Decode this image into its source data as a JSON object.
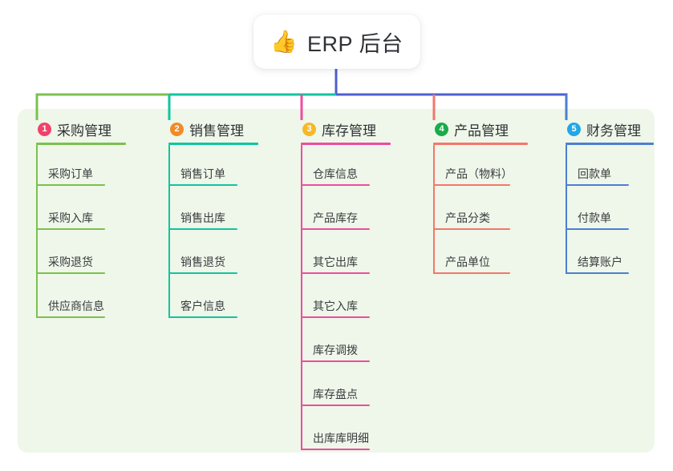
{
  "diagram": {
    "type": "mindmap",
    "root": {
      "icon": "thumbs-up-icon",
      "emoji": "👍",
      "label": "ERP 后台"
    },
    "panel_color": "#eef7e9",
    "branches": [
      {
        "index": "1",
        "title": "采购管理",
        "badge_color": "#f0426b",
        "line_color": "#7cc04e",
        "bus_color": "#7cc04e",
        "items": [
          "采购订单",
          "采购入库",
          "采购退货",
          "供应商信息"
        ]
      },
      {
        "index": "2",
        "title": "销售管理",
        "badge_color": "#f08b28",
        "line_color": "#11c4a2",
        "bus_color": "#11c4a2",
        "items": [
          "销售订单",
          "销售出库",
          "销售退货",
          "客户信息"
        ]
      },
      {
        "index": "3",
        "title": "库存管理",
        "badge_color": "#f5b828",
        "line_color": "#ef4ba0",
        "bus_color": "#4c5fd0",
        "items": [
          "仓库信息",
          "产品库存",
          "其它出库",
          "其它入库",
          "库存调拨",
          "库存盘点",
          "出库库明细"
        ]
      },
      {
        "index": "4",
        "title": "产品管理",
        "badge_color": "#1aab4c",
        "line_color": "#f4766c",
        "bus_color": "#4c5fd0",
        "items": [
          "产品（物料）",
          "产品分类",
          "产品单位"
        ]
      },
      {
        "index": "5",
        "title": "财务管理",
        "badge_color": "#22a7e8",
        "line_color": "#4c7fd0",
        "bus_color": "#4c5fd0",
        "items": [
          "回款单",
          "付款单",
          "结算账户"
        ]
      }
    ]
  }
}
